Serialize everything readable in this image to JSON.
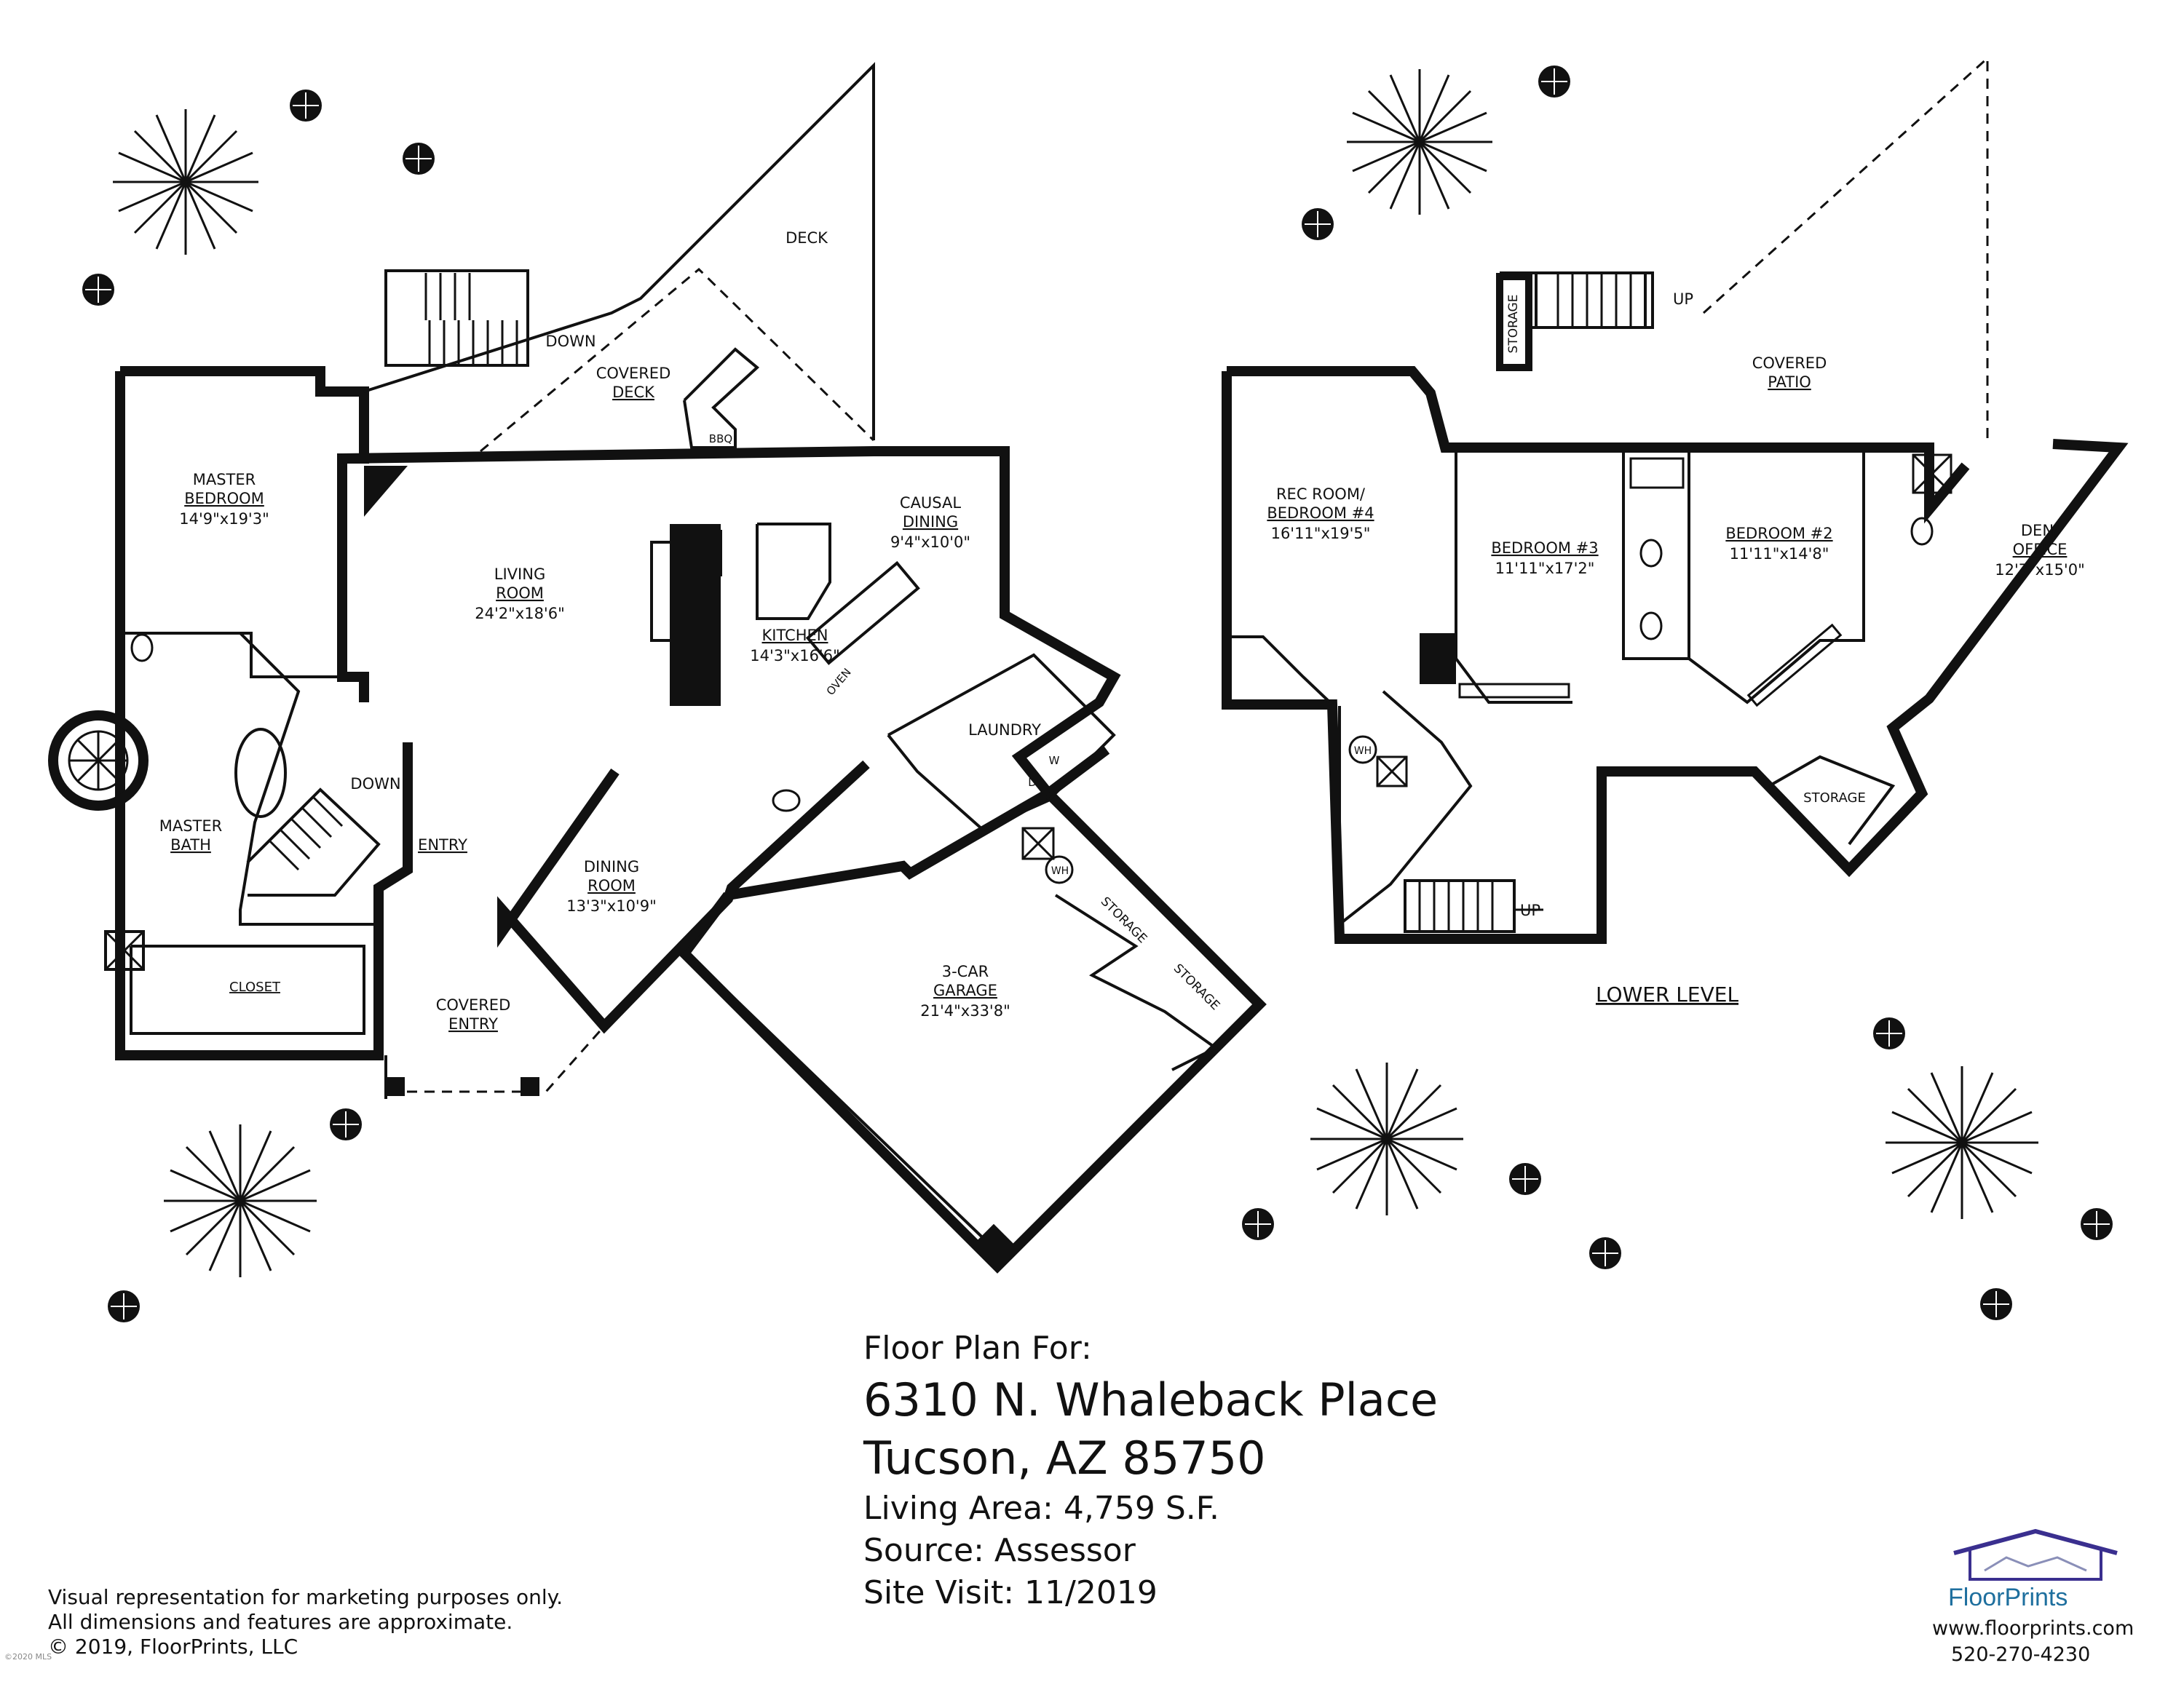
{
  "rooms_upper": {
    "deck": "DECK",
    "covered_deck": [
      "COVERED",
      "DECK"
    ],
    "down1": "DOWN",
    "master_bedroom": [
      "MASTER",
      "BEDROOM",
      "14'9\"x19'3\""
    ],
    "living_room": [
      "LIVING",
      "ROOM",
      "24'2\"x18'6\""
    ],
    "causal_dining": [
      "CAUSAL",
      "DINING",
      "9'4\"x10'0\""
    ],
    "kitchen": [
      "KITCHEN",
      "14'3\"x16'6\""
    ],
    "bbq": "BBQ",
    "oven": "OVEN",
    "laundry": "LAUNDRY",
    "master_bath": [
      "MASTER",
      "BATH"
    ],
    "down2": "DOWN",
    "entry": "ENTRY",
    "dining_room": [
      "DINING",
      "ROOM",
      "13'3\"x10'9\""
    ],
    "closet": "CLOSET",
    "covered_entry": [
      "COVERED",
      "ENTRY"
    ],
    "garage": [
      "3-CAR",
      "GARAGE",
      "21'4\"x33'8\""
    ],
    "storage1": "STORAGE",
    "storage2": "STORAGE",
    "wh1": "WH",
    "w": "W",
    "d": "D"
  },
  "rooms_lower": {
    "storage_top": "STORAGE",
    "up1": "UP",
    "covered_patio": [
      "COVERED",
      "PATIO"
    ],
    "rec_room": [
      "REC ROOM/",
      "BEDROOM #4",
      "16'11\"x19'5\""
    ],
    "bedroom3": [
      "BEDROOM #3",
      "11'11\"x17'2\""
    ],
    "bedroom2": [
      "BEDROOM #2",
      "11'11\"x14'8\""
    ],
    "den": [
      "DEN/",
      "OFFICE",
      "12'7\"x15'0\""
    ],
    "storage_low": "STORAGE",
    "wh2": "WH",
    "up2": "UP",
    "level_label": "LOWER LEVEL"
  },
  "info": {
    "heading": "Floor Plan For:",
    "address1": "6310 N. Whaleback Place",
    "address2": "Tucson, AZ  85750",
    "living_area": "Living Area:  4,759 S.F.",
    "source": "Source:  Assessor",
    "site_visit": "Site Visit:  11/2019"
  },
  "disclaimer": [
    "Visual representation for marketing purposes only.",
    "All dimensions and features are approximate.",
    "© 2019, FloorPrints, LLC"
  ],
  "company": {
    "name": "FloorPrints",
    "website": "www.floorprints.com",
    "phone": "520-270-4230",
    "logo_color": "#3a2f8f",
    "brand_color": "#1e6f9e"
  },
  "watermark": "©2020 MLS"
}
